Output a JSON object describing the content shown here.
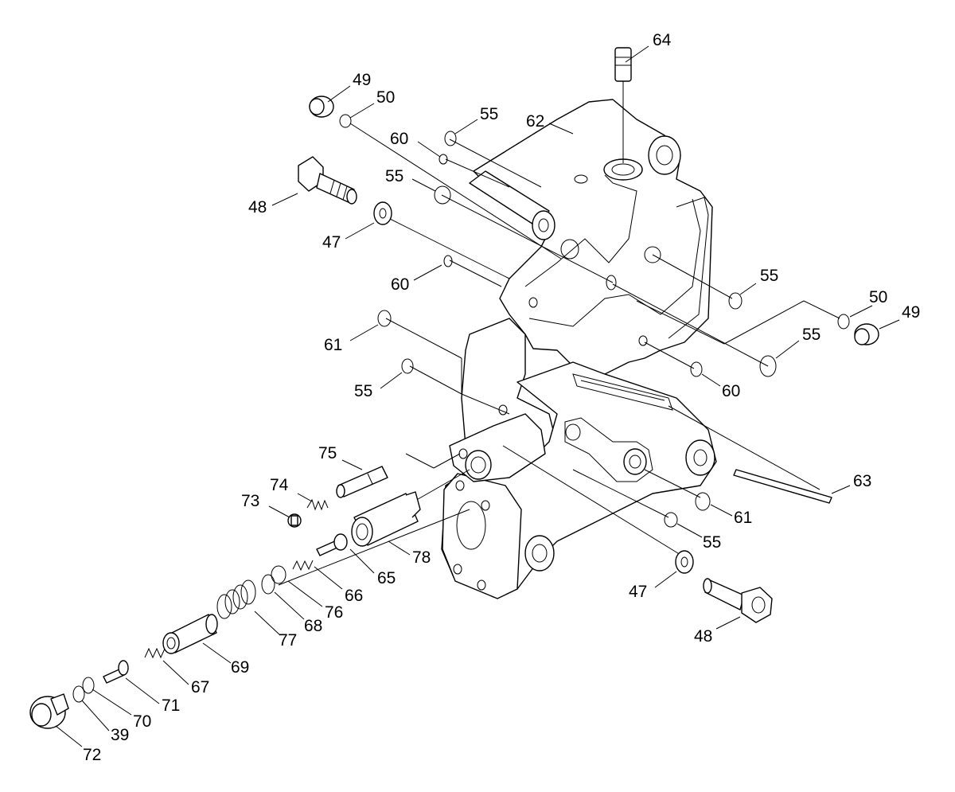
{
  "callouts": [
    {
      "id": "c64",
      "text": "64"
    },
    {
      "id": "c49a",
      "text": "49"
    },
    {
      "id": "c50a",
      "text": "50"
    },
    {
      "id": "c55a",
      "text": "55"
    },
    {
      "id": "c62",
      "text": "62"
    },
    {
      "id": "c60a",
      "text": "60"
    },
    {
      "id": "c55b",
      "text": "55"
    },
    {
      "id": "c48a",
      "text": "48"
    },
    {
      "id": "c47a",
      "text": "47"
    },
    {
      "id": "c60b",
      "text": "60"
    },
    {
      "id": "c55c",
      "text": "55"
    },
    {
      "id": "c50b",
      "text": "50"
    },
    {
      "id": "c49b",
      "text": "49"
    },
    {
      "id": "c61a",
      "text": "61"
    },
    {
      "id": "c55d",
      "text": "55"
    },
    {
      "id": "c55e",
      "text": "55"
    },
    {
      "id": "c60c",
      "text": "60"
    },
    {
      "id": "c75",
      "text": "75"
    },
    {
      "id": "c74",
      "text": "74"
    },
    {
      "id": "c73",
      "text": "73"
    },
    {
      "id": "c63",
      "text": "63"
    },
    {
      "id": "c61b",
      "text": "61"
    },
    {
      "id": "c55f",
      "text": "55"
    },
    {
      "id": "c78",
      "text": "78"
    },
    {
      "id": "c65",
      "text": "65"
    },
    {
      "id": "c66",
      "text": "66"
    },
    {
      "id": "c76",
      "text": "76"
    },
    {
      "id": "c47b",
      "text": "47"
    },
    {
      "id": "c68",
      "text": "68"
    },
    {
      "id": "c77",
      "text": "77"
    },
    {
      "id": "c48b",
      "text": "48"
    },
    {
      "id": "c69",
      "text": "69"
    },
    {
      "id": "c67",
      "text": "67"
    },
    {
      "id": "c71",
      "text": "71"
    },
    {
      "id": "c70",
      "text": "70"
    },
    {
      "id": "c39",
      "text": "39"
    },
    {
      "id": "c72",
      "text": "72"
    }
  ]
}
